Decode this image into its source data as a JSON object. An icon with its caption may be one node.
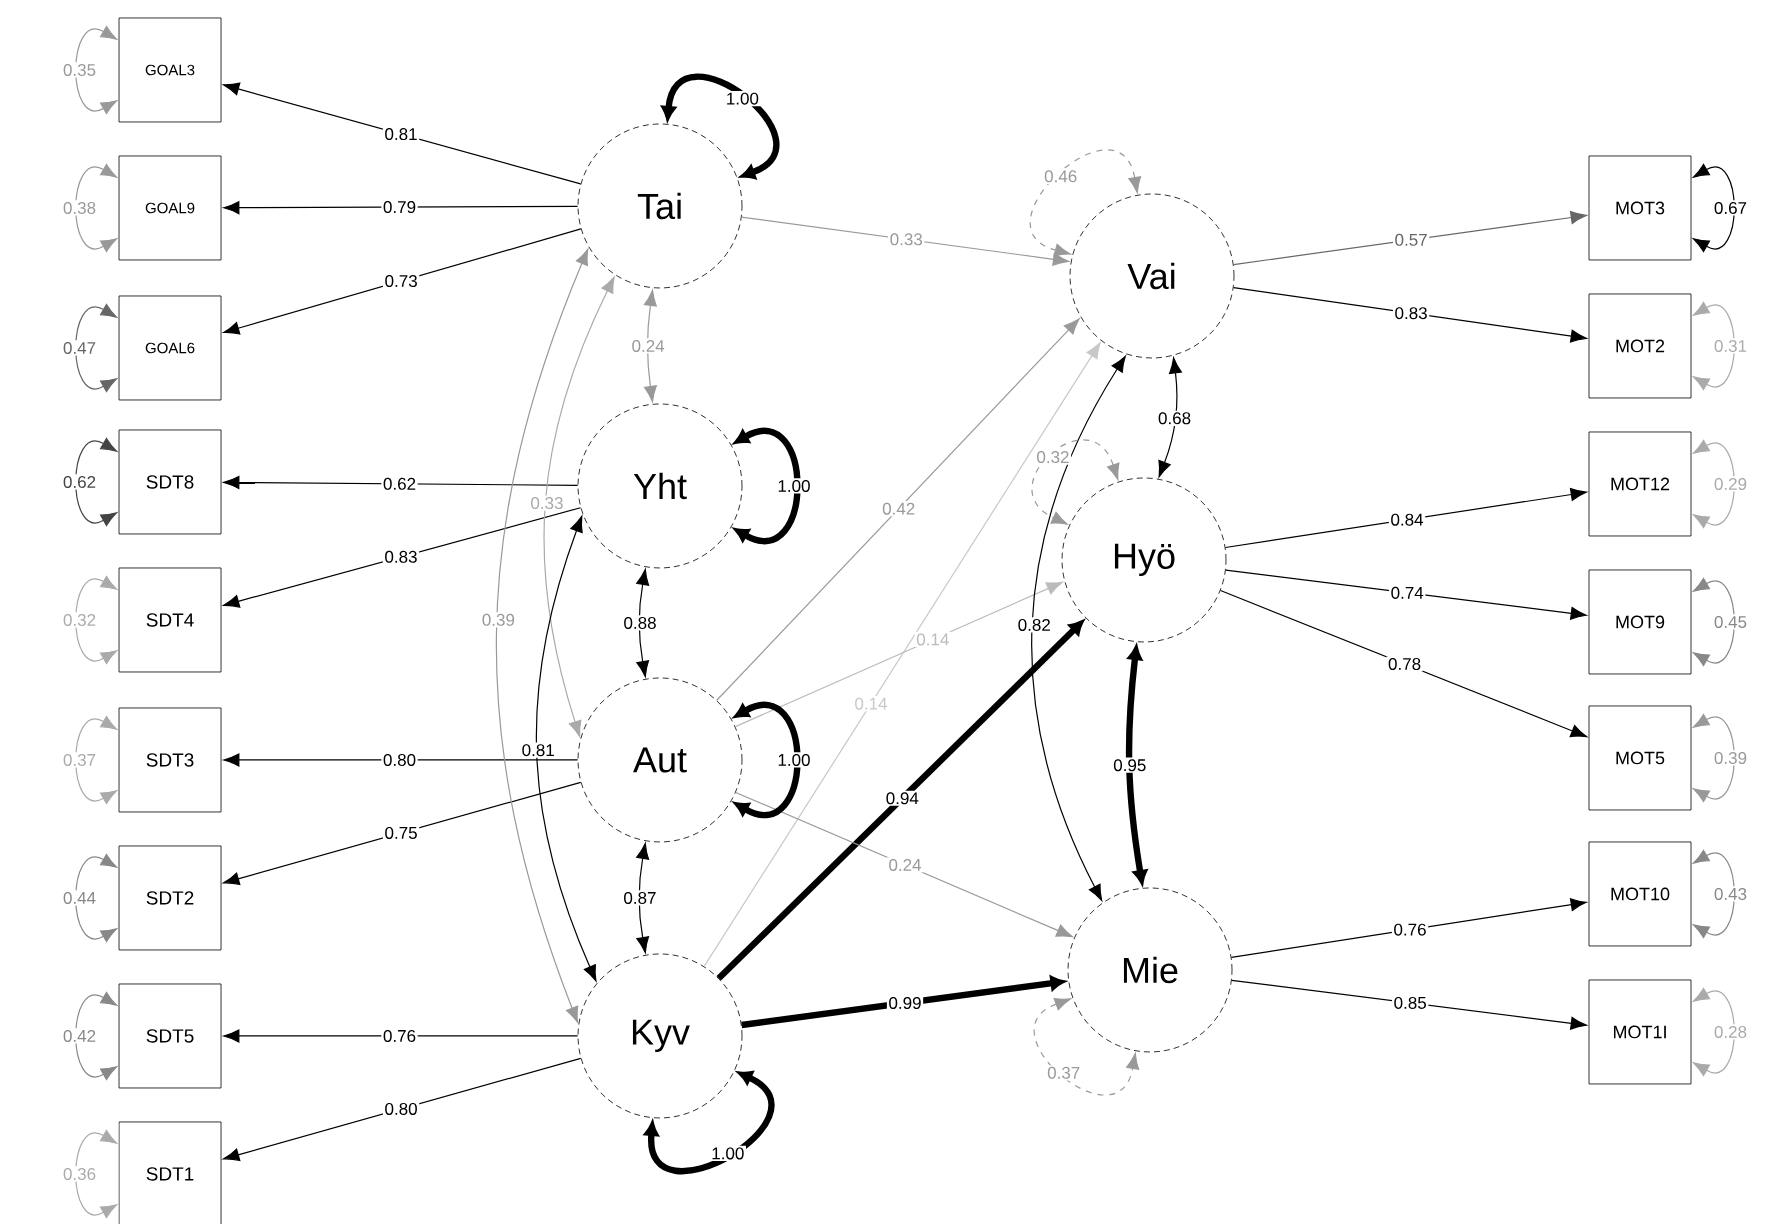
{
  "diagram": {
    "nodes": [
      {
        "text": [
          "GOAL3"
        ]
      },
      {
        "text": [
          "GOAL9"
        ]
      },
      {
        "text": [
          "GOAL6"
        ]
      },
      {
        "text": [
          "SDT8"
        ]
      },
      {
        "text": [
          "SDT4"
        ]
      },
      {
        "text": [
          "SDT3"
        ]
      },
      {
        "text": [
          "SDT2"
        ]
      },
      {
        "text": [
          "SDT5"
        ]
      },
      {
        "text": [
          "SDT1"
        ]
      },
      {
        "text": [
          "Tai"
        ]
      },
      {
        "text": [
          "Yht"
        ]
      },
      {
        "text": [
          "Aut"
        ]
      },
      {
        "text": [
          "Kyv"
        ]
      },
      {
        "text": [
          "Vai"
        ]
      },
      {
        "text": [
          "Hyö"
        ]
      },
      {
        "text": [
          "Mie"
        ]
      },
      {
        "text": [
          "MOT3"
        ]
      },
      {
        "text": [
          "MOT2"
        ]
      },
      {
        "text": [
          "MOT12"
        ]
      },
      {
        "text": [
          "MOT9"
        ]
      },
      {
        "text": [
          "MOT5"
        ]
      },
      {
        "text": [
          "MOT10"
        ]
      },
      {
        "text": [
          "MOT1I"
        ]
      }
    ],
    "edges": [
      {
        "from": 9,
        "to": 0,
        "arrow": "to",
        "label": "0.81"
      },
      {
        "from": 9,
        "to": 1,
        "arrow": "to",
        "label": "0.79"
      },
      {
        "from": 9,
        "to": 2,
        "arrow": "to",
        "label": "0.73"
      },
      {
        "from": 10,
        "to": 3,
        "arrow": "to",
        "label": "0.62"
      },
      {
        "from": 10,
        "to": 4,
        "arrow": "to",
        "label": "0.83"
      },
      {
        "from": 11,
        "to": 5,
        "arrow": "to",
        "label": "0.80"
      },
      {
        "from": 11,
        "to": 6,
        "arrow": "to",
        "label": "0.75"
      },
      {
        "from": 12,
        "to": 7,
        "arrow": "to",
        "label": "0.76"
      },
      {
        "from": 12,
        "to": 8,
        "arrow": "to",
        "label": "0.80"
      },
      {
        "from": 13,
        "to": 16,
        "arrow": "to",
        "label": "0.57",
        "color": "#666666"
      },
      {
        "from": 13,
        "to": 17,
        "arrow": "to",
        "label": "0.83"
      },
      {
        "from": 14,
        "to": 18,
        "arrow": "to",
        "label": "0.84"
      },
      {
        "from": 14,
        "to": 19,
        "arrow": "to",
        "label": "0.74"
      },
      {
        "from": 14,
        "to": 20,
        "arrow": "to",
        "label": "0.78"
      },
      {
        "from": 15,
        "to": 21,
        "arrow": "to",
        "label": "0.76"
      },
      {
        "from": 15,
        "to": 22,
        "arrow": "to",
        "label": "0.85"
      },
      {
        "from": 9,
        "to": 13,
        "arrow": "to",
        "label": "0.33",
        "color": "#999999"
      },
      {
        "from": 11,
        "to": 13,
        "arrow": "to",
        "label": "0.42",
        "color": "#999999"
      },
      {
        "from": 12,
        "to": 13,
        "arrow": "to",
        "label": "0.14",
        "color": "#c8c8c8"
      },
      {
        "from": 11,
        "to": 14,
        "arrow": "to",
        "label": "0.14",
        "color": "#bbbbbb"
      },
      {
        "from": 12,
        "to": 14,
        "arrow": "to",
        "label": "0.94",
        "style": "thick"
      },
      {
        "from": 11,
        "to": 15,
        "arrow": "to",
        "label": "0.24",
        "color": "#999999"
      },
      {
        "from": 12,
        "to": 15,
        "arrow": "to",
        "label": "0.99",
        "style": "thick"
      },
      {
        "from": 9,
        "to": 10,
        "arrow": "both",
        "label": "0.24",
        "color": "#999999"
      },
      {
        "from": 9,
        "to": 11,
        "arrow": "both",
        "label": "0.33",
        "color": "#aaaaaa"
      },
      {
        "from": 9,
        "to": 12,
        "arrow": "both",
        "label": "0.39",
        "color": "#999999"
      },
      {
        "from": 10,
        "to": 11,
        "arrow": "both",
        "label": "0.88"
      },
      {
        "from": 10,
        "to": 12,
        "arrow": "both",
        "label": "0.81"
      },
      {
        "from": 11,
        "to": 12,
        "arrow": "both",
        "label": "0.87"
      },
      {
        "from": 13,
        "to": 14,
        "arrow": "both",
        "label": "0.68"
      },
      {
        "from": 13,
        "to": 15,
        "arrow": "both",
        "label": "0.82"
      },
      {
        "from": 14,
        "to": 15,
        "arrow": "both",
        "label": "0.95",
        "style": "thick"
      },
      {
        "from": 9,
        "to": 9,
        "arrow": "both",
        "label": "1.00",
        "style": "thick"
      },
      {
        "from": 10,
        "to": 10,
        "arrow": "both",
        "label": "1.00",
        "style": "thick"
      },
      {
        "from": 11,
        "to": 11,
        "arrow": "both",
        "label": "1.00",
        "style": "thick"
      },
      {
        "from": 12,
        "to": 12,
        "arrow": "both",
        "label": "1.00",
        "style": "thick"
      },
      {
        "from": 13,
        "to": 13,
        "arrow": "both",
        "label": "0.46",
        "style": "dashed",
        "color": "#999999"
      },
      {
        "from": 14,
        "to": 14,
        "arrow": "both",
        "label": "0.32",
        "style": "dashed",
        "color": "#999999"
      },
      {
        "from": 15,
        "to": 15,
        "arrow": "both",
        "label": "0.37",
        "style": "dashed",
        "color": "#999999"
      },
      {
        "from": 0,
        "to": 0,
        "arrow": "both",
        "label": "0.35",
        "color": "#999999"
      },
      {
        "from": 1,
        "to": 1,
        "arrow": "both",
        "label": "0.38",
        "color": "#999999"
      },
      {
        "from": 2,
        "to": 2,
        "arrow": "both",
        "label": "0.47",
        "color": "#666666"
      },
      {
        "from": 3,
        "to": 3,
        "arrow": "both",
        "label": "0.62",
        "color": "#444444"
      },
      {
        "from": 4,
        "to": 4,
        "arrow": "both",
        "label": "0.32",
        "color": "#aaaaaa"
      },
      {
        "from": 5,
        "to": 5,
        "arrow": "both",
        "label": "0.37",
        "color": "#aaaaaa"
      },
      {
        "from": 6,
        "to": 6,
        "arrow": "both",
        "label": "0.44",
        "color": "#888888"
      },
      {
        "from": 7,
        "to": 7,
        "arrow": "both",
        "label": "0.42",
        "color": "#888888"
      },
      {
        "from": 8,
        "to": 8,
        "arrow": "both",
        "label": "0.36",
        "color": "#aaaaaa"
      },
      {
        "from": 16,
        "to": 16,
        "arrow": "both",
        "label": "0.67"
      },
      {
        "from": 17,
        "to": 17,
        "arrow": "both",
        "label": "0.31",
        "color": "#aaaaaa"
      },
      {
        "from": 18,
        "to": 18,
        "arrow": "both",
        "label": "0.29",
        "color": "#aaaaaa"
      },
      {
        "from": 19,
        "to": 19,
        "arrow": "both",
        "label": "0.45",
        "color": "#888888"
      },
      {
        "from": 20,
        "to": 20,
        "arrow": "both",
        "label": "0.39",
        "color": "#999999"
      },
      {
        "from": 21,
        "to": 21,
        "arrow": "both",
        "label": "0.43",
        "color": "#888888"
      },
      {
        "from": 22,
        "to": 22,
        "arrow": "both",
        "label": "0.28",
        "color": "#aaaaaa"
      }
    ]
  }
}
